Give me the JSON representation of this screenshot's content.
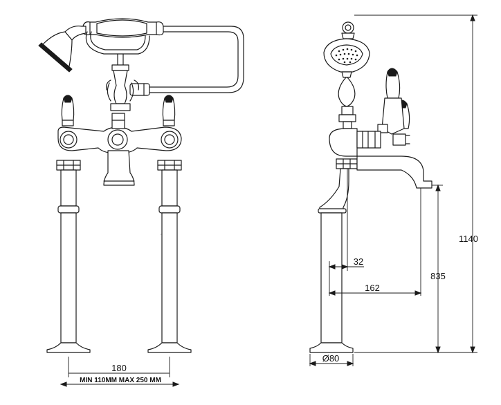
{
  "dimensions": {
    "centres": "180",
    "centres_range": "MIN 110MM  MAX 250 MM",
    "total_height": "1140",
    "spout_height": "835",
    "spout_offset": "32",
    "spout_projection": "162",
    "base_diameter": "Ø80"
  }
}
